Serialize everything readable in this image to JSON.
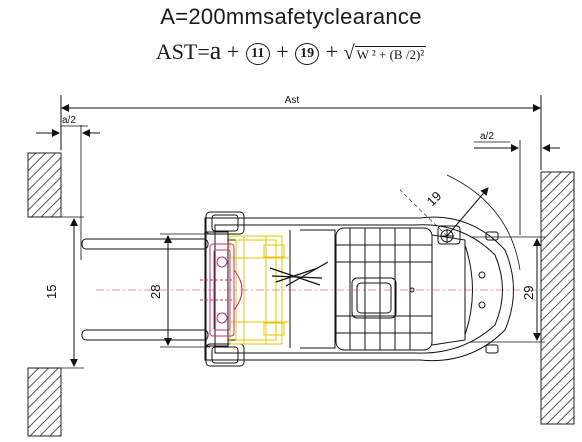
{
  "header": {
    "title": "A=200mmsafetyclearance",
    "formula_prefix": "AST=",
    "formula_a": "a",
    "plus": "+",
    "circled_11": "11",
    "circled_19": "19",
    "sqrt_content": "W ² + (B /2)²"
  },
  "dimensions": {
    "ast": "Ast",
    "a2_left": "a/2",
    "a2_right": "a/2",
    "d19": "19",
    "d15": "15",
    "d28": "28",
    "d29": "29"
  },
  "colors": {
    "line": "#1a1a1a",
    "hatch": "#555555",
    "mast_yellow": "#e8c400",
    "mast_magenta": "#c0307a"
  }
}
